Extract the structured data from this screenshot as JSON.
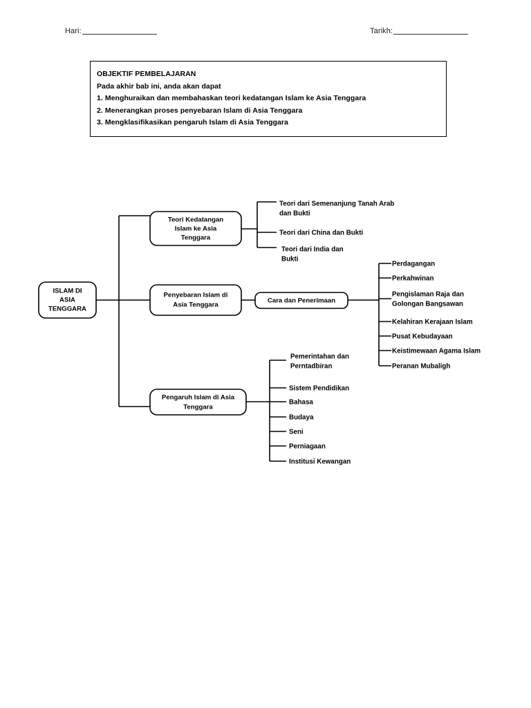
{
  "header": {
    "day_label": "Hari:",
    "date_label": "Tarikh:"
  },
  "objectives": {
    "title": "OBJEKTIF PEMBELAJARAN",
    "intro": "Pada akhir bab ini, anda akan dapat",
    "items": [
      "1. Menghuraikan dan membahaskan teori kedatangan Islam ke Asia Tenggara",
      "2. Menerangkan proses penyebaran Islam di Asia Tenggara",
      "3. Mengklasifikasikan pengaruh Islam di Asia Tenggara"
    ]
  },
  "diagram": {
    "root": {
      "line1": "ISLAM DI",
      "line2": "ASIA",
      "line3": "TENGGARA"
    },
    "branch1": {
      "line1": "Teori Kedatangan",
      "line2": "Islam ke Asia",
      "line3": "Tenggara",
      "leaves": [
        {
          "line1": "Teori dari Semenanjung Tanah Arab",
          "line2": "dan Bukti"
        },
        {
          "line1": "Teori dari China dan Bukti",
          "line2": ""
        },
        {
          "line1": "Teori dari India dan",
          "line2": "Bukti"
        }
      ]
    },
    "branch2": {
      "line1": "Penyebaran Islam di",
      "line2": "Asia Tenggara",
      "sub": {
        "line1": "Cara dan Penerimaan"
      },
      "leaves": [
        {
          "line1": "Perdagangan",
          "line2": ""
        },
        {
          "line1": "Perkahwinan",
          "line2": ""
        },
        {
          "line1": "Pengislaman Raja dan",
          "line2": "Golongan Bangsawan"
        },
        {
          "line1": "Kelahiran Kerajaan Islam",
          "line2": ""
        },
        {
          "line1": "Pusat Kebudayaan",
          "line2": ""
        },
        {
          "line1": "Keistimewaan Agama Islam",
          "line2": ""
        },
        {
          "line1": "Peranan Mubaligh",
          "line2": ""
        }
      ]
    },
    "branch3": {
      "line1": "Pengaruh Islam di Asia",
      "line2": "Tenggara",
      "leaves": [
        {
          "line1": "Pemerintahan dan",
          "line2": "Perntadbiran"
        },
        {
          "line1": "Sistem Pendidikan",
          "line2": ""
        },
        {
          "line1": "Bahasa",
          "line2": ""
        },
        {
          "line1": "Budaya",
          "line2": ""
        },
        {
          "line1": "Seni",
          "line2": ""
        },
        {
          "line1": "Perniagaan",
          "line2": ""
        },
        {
          "line1": "Institusi Kewangan",
          "line2": ""
        }
      ]
    }
  },
  "colors": {
    "ink": "#000000",
    "paper": "#ffffff"
  }
}
